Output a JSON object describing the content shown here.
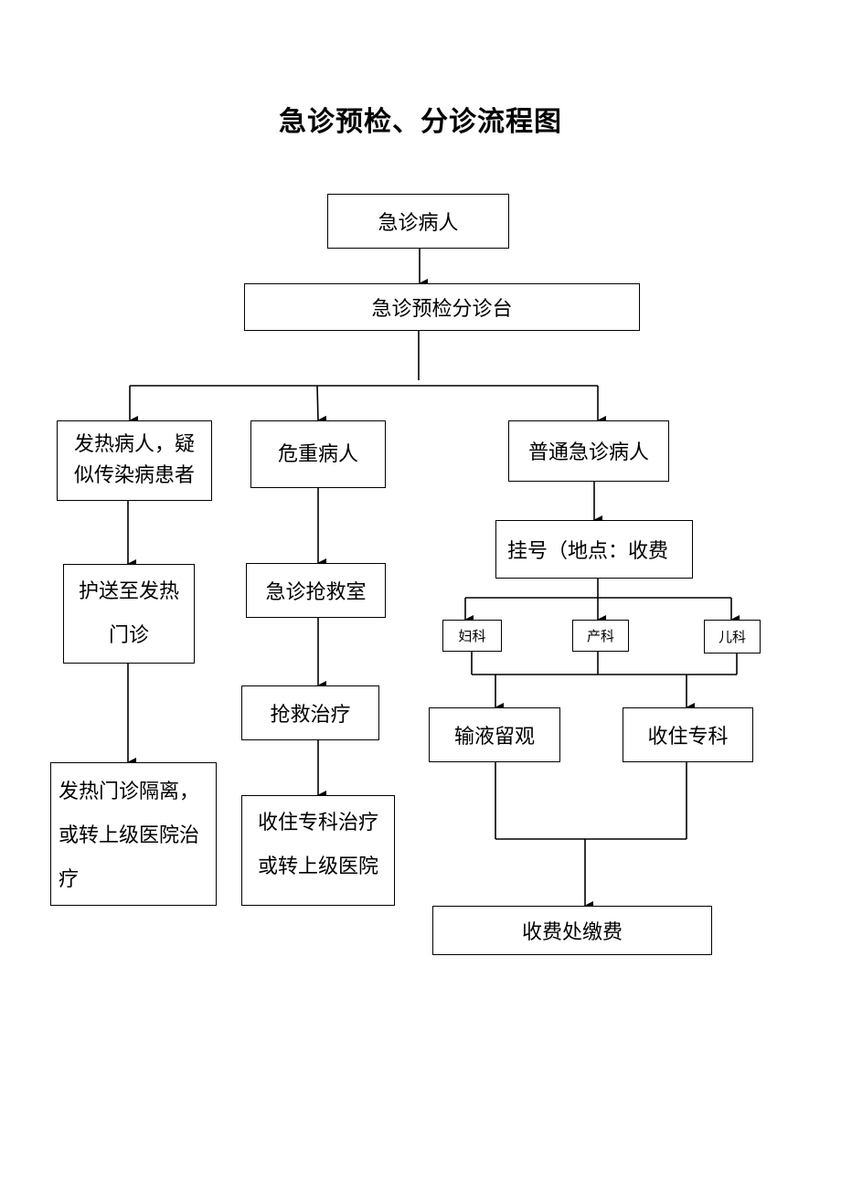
{
  "title": "急诊预检、分诊流程图",
  "nodes": {
    "patient": "急诊病人",
    "triage_desk": "急诊预检分诊台",
    "fever": "发热病人，疑似传染病患者",
    "critical": "危重病人",
    "general": "普通急诊病人",
    "escort": "护送至发热门诊",
    "rescue_room": "急诊抢救室",
    "register": "挂号（地点：收费",
    "gyn": "妇科",
    "obs": "产科",
    "ped": "儿科",
    "rescue_treat": "抢救治疗",
    "infusion": "输液留观",
    "admit_dept": "收住专科",
    "fever_isolation": "发热门诊隔离，或转上级医院治疗",
    "admit_or_transfer": "收住专科治疗或转上级医院",
    "payment": "收费处缴费"
  }
}
